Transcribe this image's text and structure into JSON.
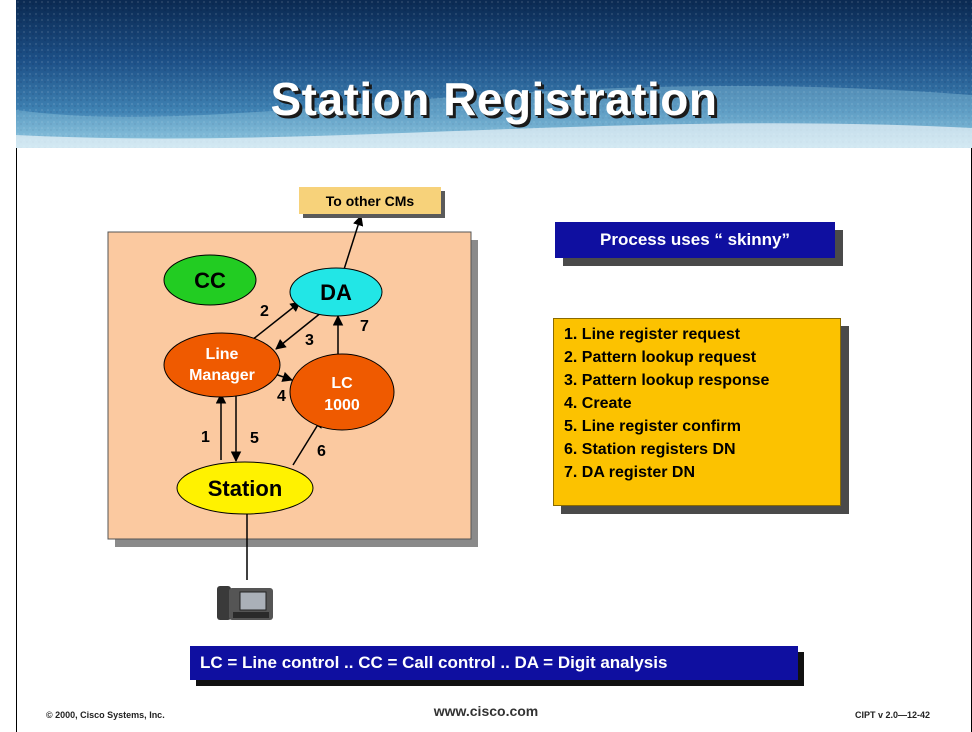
{
  "slide": {
    "title": "Station Registration"
  },
  "diagram": {
    "nodes": {
      "cc": "CC",
      "da": "DA",
      "line_manager_1": "Line",
      "line_manager_2": "Manager",
      "lc_1": "LC",
      "lc_2": "1000",
      "station": "Station"
    },
    "to_other_cms": "To other CMs",
    "step_labels": [
      "1",
      "2",
      "3",
      "4",
      "5",
      "6",
      "7"
    ],
    "colors": {
      "container": "#fbc9a0",
      "cc": "#22cc22",
      "da": "#22e6e6",
      "line_manager": "#ef5a00",
      "lc": "#ef5a00",
      "station": "#fff200"
    }
  },
  "callouts": {
    "skinny": "Process uses “ skinny”",
    "steps": [
      "1. Line register request",
      "2. Pattern lookup request",
      "3. Pattern lookup response",
      "4. Create",
      "5. Line register confirm",
      "6. Station registers DN",
      "7. DA register DN"
    ]
  },
  "legend": "LC = Line control .. CC = Call control .. DA = Digit analysis",
  "footer": {
    "copyright": "© 2000, Cisco Systems, Inc.",
    "url": "www.cisco.com",
    "version": "CIPT v 2.0—12-42"
  },
  "icons": {
    "phone": "ip-phone-icon"
  }
}
